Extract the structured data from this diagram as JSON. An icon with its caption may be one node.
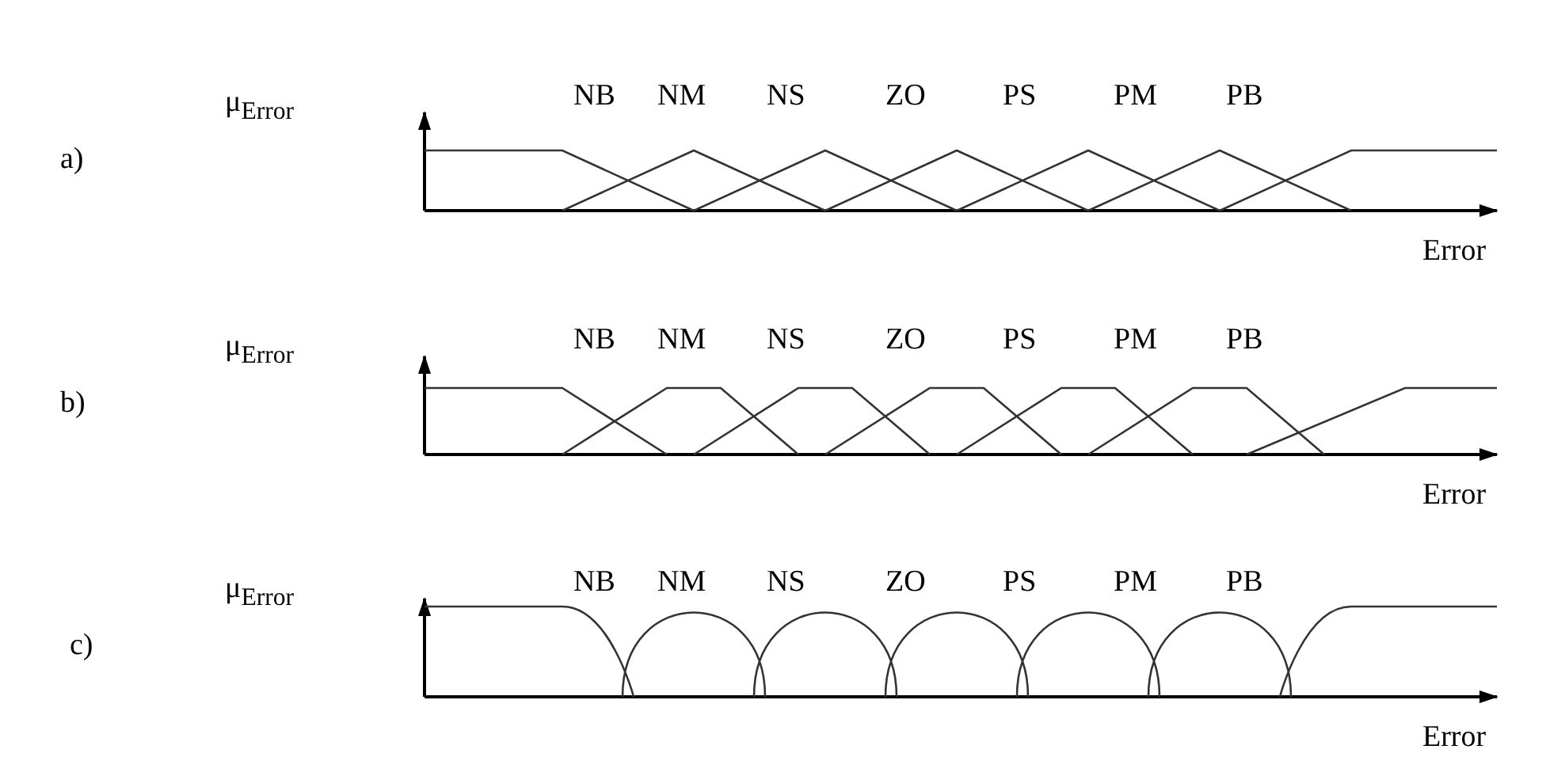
{
  "diagram": {
    "labels": [
      "μ$_{Error}$",
      "NB",
      "NM",
      "NS",
      "ZO",
      "PS",
      "PM",
      "PB",
      "a)",
      "Error",
      "μ$_{Error}$",
      "NB",
      "NM",
      "NS",
      "ZO",
      "PS",
      "PM",
      "PB",
      "b)",
      "Error",
      "μ$_{Error}$",
      "NB",
      "NM",
      "NS",
      "ZO",
      "PS",
      "PM",
      "PB",
      "c)",
      "Error"
    ]
  }
}
